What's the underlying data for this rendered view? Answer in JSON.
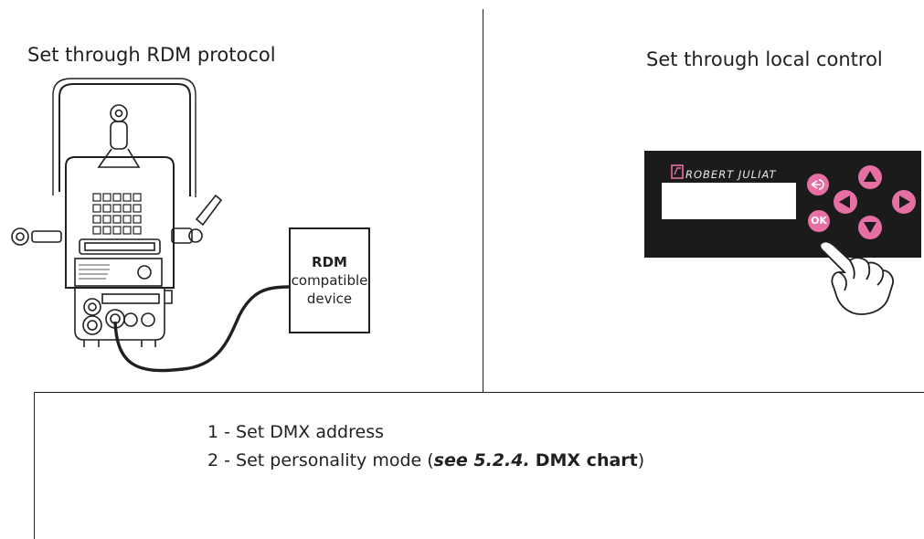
{
  "left_panel": {
    "heading": "Set through RDM protocol",
    "device_box": {
      "line1": "RDM",
      "line2": "compatible",
      "line3": "device"
    }
  },
  "right_panel": {
    "heading": "Set through local control",
    "control_panel": {
      "brand": "ROBERT JULIAT",
      "ok_label": "OK",
      "button_colors": {
        "accent": "#e66fa3",
        "panel": "#1a1a1a"
      },
      "icons": [
        "return-icon",
        "arrow-up-icon",
        "arrow-left-icon",
        "arrow-right-icon",
        "arrow-down-icon",
        "pointing-hand-icon"
      ]
    }
  },
  "steps": {
    "step1": "1 - Set DMX address",
    "step2_prefix": "2 - Set personality mode (",
    "step2_ref": "see 5.2.4.",
    "step2_space": " ",
    "step2_chart": "DMX chart",
    "step2_suffix": ")"
  }
}
